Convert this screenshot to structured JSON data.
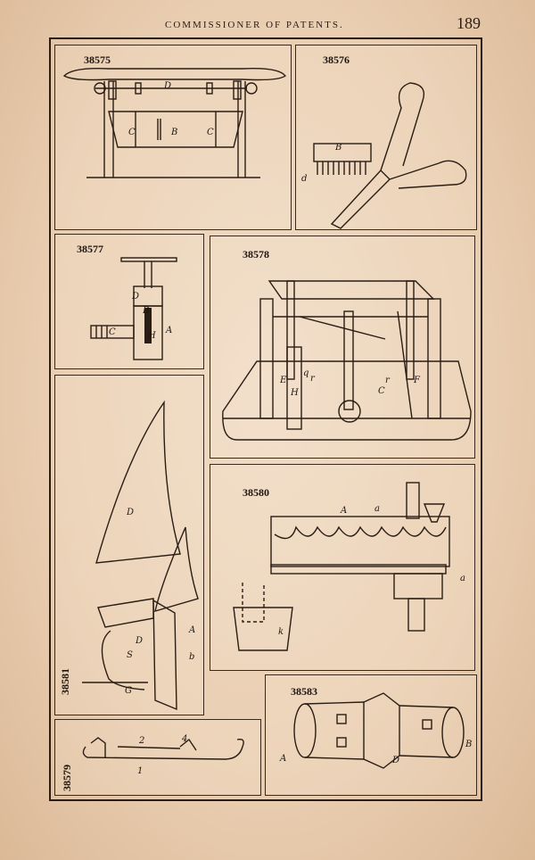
{
  "header": {
    "title": "COMMISSIONER OF PATENTS.",
    "page_number": "189"
  },
  "patents": [
    {
      "number": "38575",
      "labels": [
        "D",
        "B",
        "C",
        "C"
      ]
    },
    {
      "number": "38576",
      "labels": [
        "B",
        "d"
      ]
    },
    {
      "number": "38577",
      "labels": [
        "D",
        "B",
        "C",
        "H",
        "A"
      ]
    },
    {
      "number": "38578",
      "labels": [
        "E",
        "H",
        "q",
        "r",
        "C",
        "r",
        "F"
      ]
    },
    {
      "number": "38580",
      "labels": [
        "A",
        "a",
        "k",
        "a"
      ]
    },
    {
      "number": "38581",
      "labels": [
        "D",
        "A",
        "b",
        "S",
        "D",
        "G"
      ]
    },
    {
      "number": "38583",
      "labels": [
        "A",
        "D",
        "B"
      ]
    },
    {
      "number": "38579",
      "labels": [
        "1",
        "2",
        "4"
      ]
    }
  ]
}
